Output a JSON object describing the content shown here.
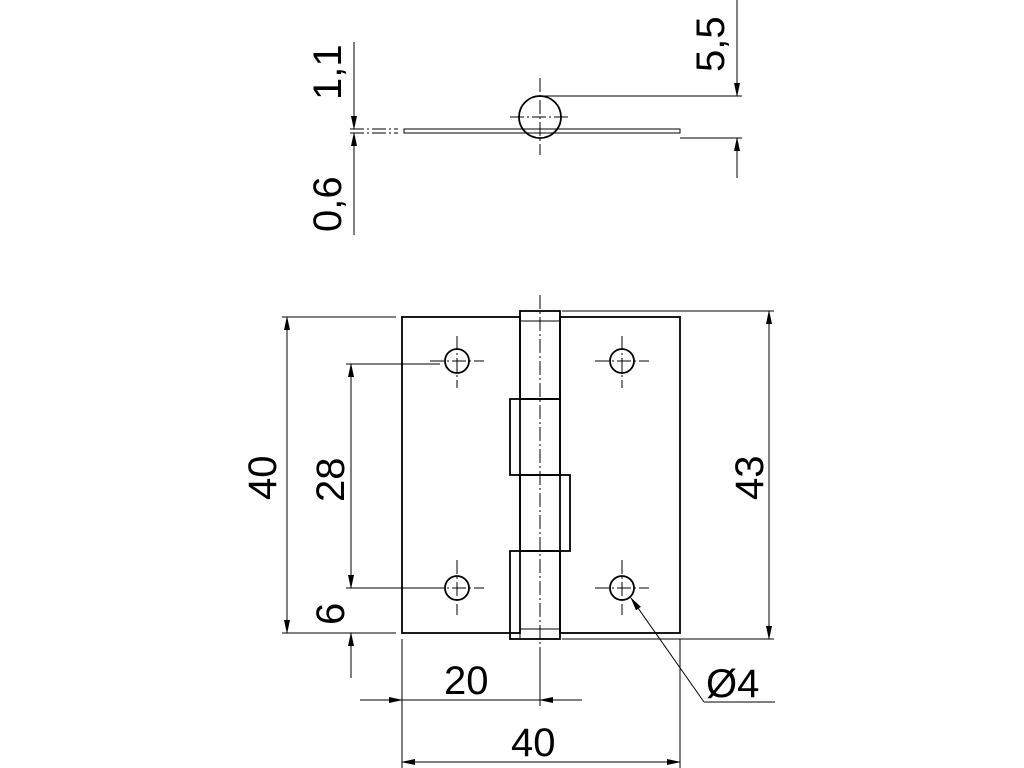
{
  "drawing": {
    "subject": "butt hinge",
    "colors": {
      "line": "#000000",
      "background": "#ffffff"
    },
    "side_view": {
      "dim_thickness": "0,6",
      "dim_leaf_offset": "1,1",
      "dim_knuckle": "5,5"
    },
    "front_view": {
      "dim_height": "40",
      "dim_hole_spacing": "28",
      "dim_hole_edge": "6",
      "dim_total_height": "43",
      "dim_half_width": "20",
      "dim_total_width": "40",
      "dim_hole_diameter": "Ø4"
    }
  }
}
